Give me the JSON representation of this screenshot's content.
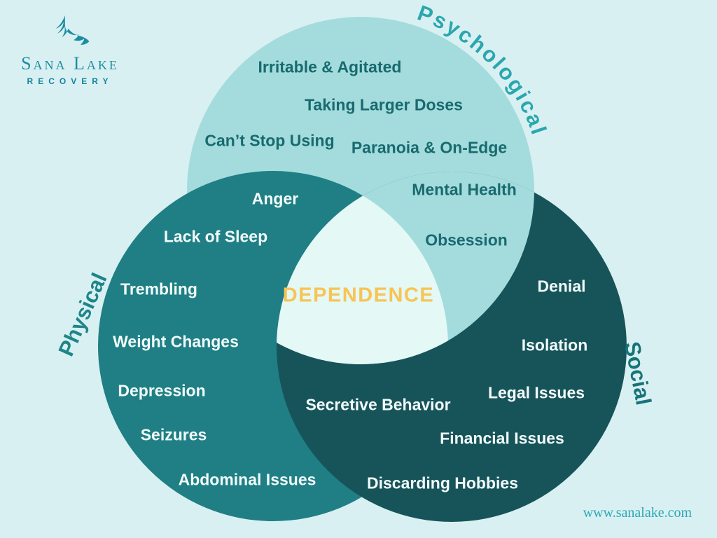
{
  "brand": {
    "name": "Sana Lake",
    "tagline": "Recovery"
  },
  "center_label": "DEPENDENCE",
  "sets": {
    "psychological": {
      "label": "Psychological",
      "items": [
        "Irritable & Agitated",
        "Taking Larger Doses",
        "Can’t Stop Using",
        "Paranoia & On-Edge",
        "Mental Health",
        "Obsession"
      ]
    },
    "physical": {
      "label": "Physical",
      "items": [
        "Anger",
        "Lack of Sleep",
        "Trembling",
        "Weight Changes",
        "Depression",
        "Seizures",
        "Abdominal Issues"
      ]
    },
    "social": {
      "label": "Social",
      "items": [
        "Denial",
        "Isolation",
        "Legal Issues",
        "Financial Issues",
        "Secretive Behavior",
        "Discarding Hobbies"
      ]
    }
  },
  "footer": {
    "website": "www.sanalake.com"
  },
  "colors": {
    "background": "#d9f0f2",
    "psychological_circle": "#a4dcde",
    "physical_circle": "#1f7f84",
    "social_circle": "#17545a",
    "center_overlap": "#e4f8f5",
    "psychological_text": "#186a6e",
    "light_text": "#f2fbfb",
    "center_label_text": "#f8c455",
    "psychological_label_color": "#2aa7ae",
    "physical_label_color": "#1e858a",
    "social_label_color": "#177478",
    "brand_color": "#1c8da1",
    "website_color": "#2ba8b5"
  }
}
